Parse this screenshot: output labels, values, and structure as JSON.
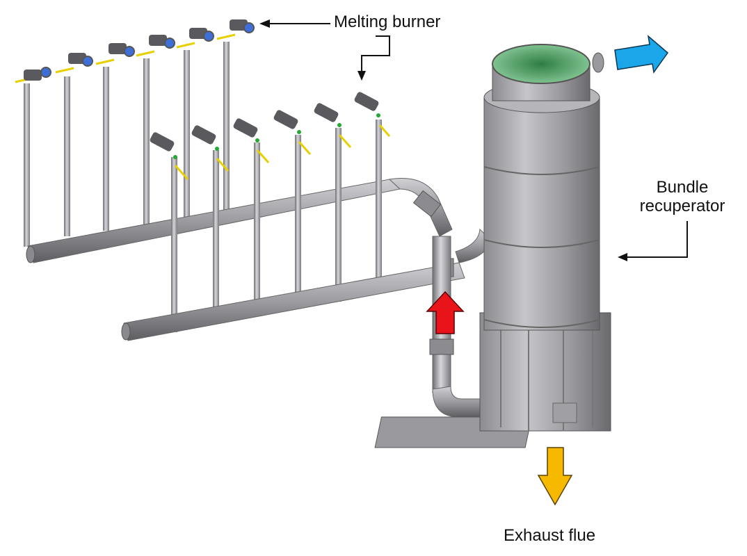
{
  "labels": {
    "melting_burner": "Melting burner",
    "bundle_recuperator_line1": "Bundle",
    "bundle_recuperator_line2": "recuperator",
    "exhaust_flue": "Exhaust flue"
  },
  "components": {
    "burners_upper_row_count": 6,
    "burners_lower_row_count": 6
  },
  "colors": {
    "pipe": "#a9a9ac",
    "pipe_dark": "#6e6e72",
    "recuperator_top_inner": "#5aa86a",
    "arrow_air_in": "#1aa6e8",
    "arrow_hot_air": "#e8141a",
    "arrow_exhaust": "#f7b900",
    "burner_ring": "#3d6fd6",
    "gas_line": "#e8d000",
    "igniter": "#22aa33"
  }
}
